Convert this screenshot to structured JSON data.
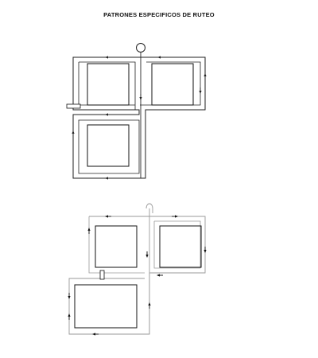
{
  "title": "PATRONES ESPECIFICOS DE RUTEO",
  "colors": {
    "ink": "#111111",
    "route_top": "#222222",
    "route_bottom": "#9a9a9a",
    "background": "#ffffff"
  },
  "diagrams": [
    {
      "name": "routing-pattern-top",
      "blocks": 3,
      "style": "solid-double-line"
    },
    {
      "name": "routing-pattern-bottom",
      "blocks": 3,
      "style": "light-single-line"
    }
  ]
}
